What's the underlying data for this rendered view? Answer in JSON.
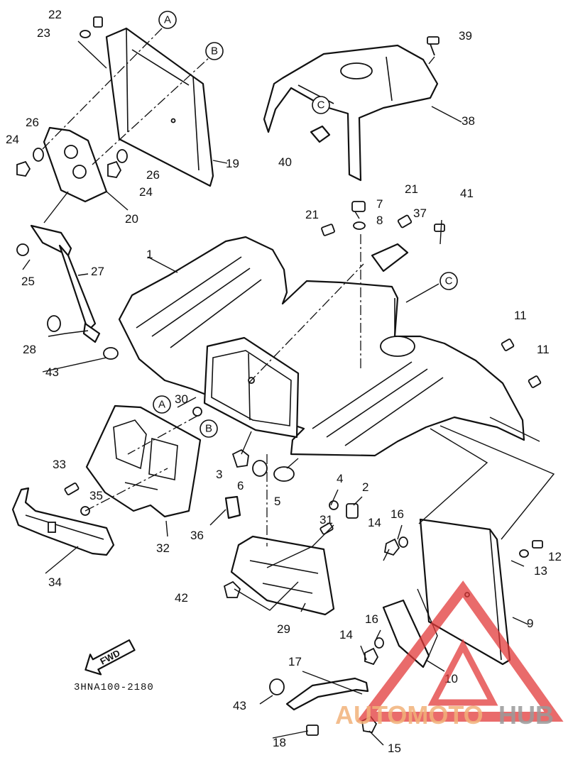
{
  "diagram_code": "3HNA100-2180",
  "fwd_label": "FWD",
  "watermark": {
    "part1": "AUTOMOTO",
    "part2": "HUB",
    "accent": "#e23a3a"
  },
  "callouts": [
    "1",
    "2",
    "3",
    "4",
    "5",
    "6",
    "7",
    "8",
    "9",
    "10",
    "11",
    "11",
    "12",
    "13",
    "14",
    "14",
    "15",
    "16",
    "16",
    "17",
    "18",
    "19",
    "20",
    "21",
    "21",
    "22",
    "23",
    "24",
    "24",
    "25",
    "26",
    "26",
    "27",
    "28",
    "29",
    "30",
    "31",
    "32",
    "33",
    "34",
    "35",
    "36",
    "37",
    "38",
    "39",
    "40",
    "41",
    "42",
    "43",
    "43"
  ],
  "reference_letters": [
    "A",
    "A",
    "B",
    "B",
    "C",
    "C"
  ]
}
